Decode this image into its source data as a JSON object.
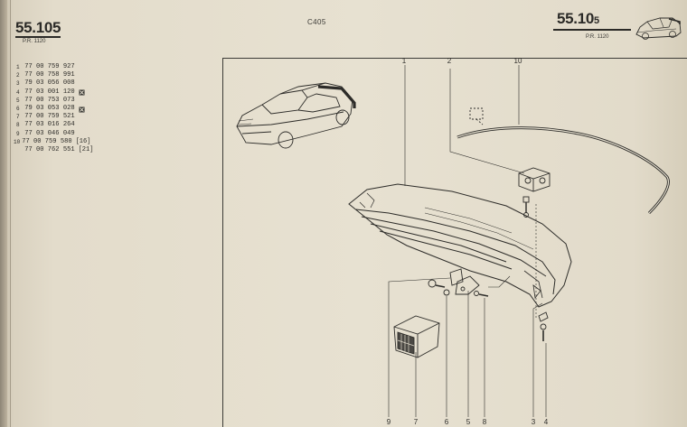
{
  "header": {
    "page_number": "55.105",
    "pr_left": "P.R. 1120",
    "model_code": "C405",
    "section_number": "55.10",
    "section_sub": "5",
    "pr_right": "P.R. 1120"
  },
  "parts_list": [
    {
      "index": "1",
      "ref": "77 00 759 927",
      "mark": "",
      "bracket": ""
    },
    {
      "index": "2",
      "ref": "77 00 758 991",
      "mark": "",
      "bracket": ""
    },
    {
      "index": "3",
      "ref": "79 03 056 008",
      "mark": "",
      "bracket": ""
    },
    {
      "index": "4",
      "ref": "77 03 001 120",
      "mark": "x",
      "bracket": ""
    },
    {
      "index": "5",
      "ref": "77 00 753 073",
      "mark": "",
      "bracket": ""
    },
    {
      "index": "6",
      "ref": "79 03 053 028",
      "mark": "x",
      "bracket": ""
    },
    {
      "index": "7",
      "ref": "77 00 759 521",
      "mark": "",
      "bracket": ""
    },
    {
      "index": "8",
      "ref": "77 03 016 264",
      "mark": "",
      "bracket": ""
    },
    {
      "index": "9",
      "ref": "77 03 046 049",
      "mark": "",
      "bracket": ""
    },
    {
      "index": "10",
      "ref": "77 00 759 580",
      "mark": "",
      "bracket": "[16]"
    },
    {
      "index": "",
      "ref": "77 00 762 551",
      "mark": "",
      "bracket": "[21]"
    }
  ],
  "callouts": {
    "top": [
      "1",
      "2",
      "10"
    ],
    "bottom": [
      "9",
      "7",
      "6",
      "5",
      "8",
      "3",
      "4"
    ]
  },
  "icons": {
    "car_thumbnail": "car-thumbnail-icon",
    "car_illustration": "car-illustration",
    "exclusion_mark": "x-box-icon"
  },
  "colors": {
    "paper": "#e5dfcf",
    "ink": "#2c2b28"
  }
}
